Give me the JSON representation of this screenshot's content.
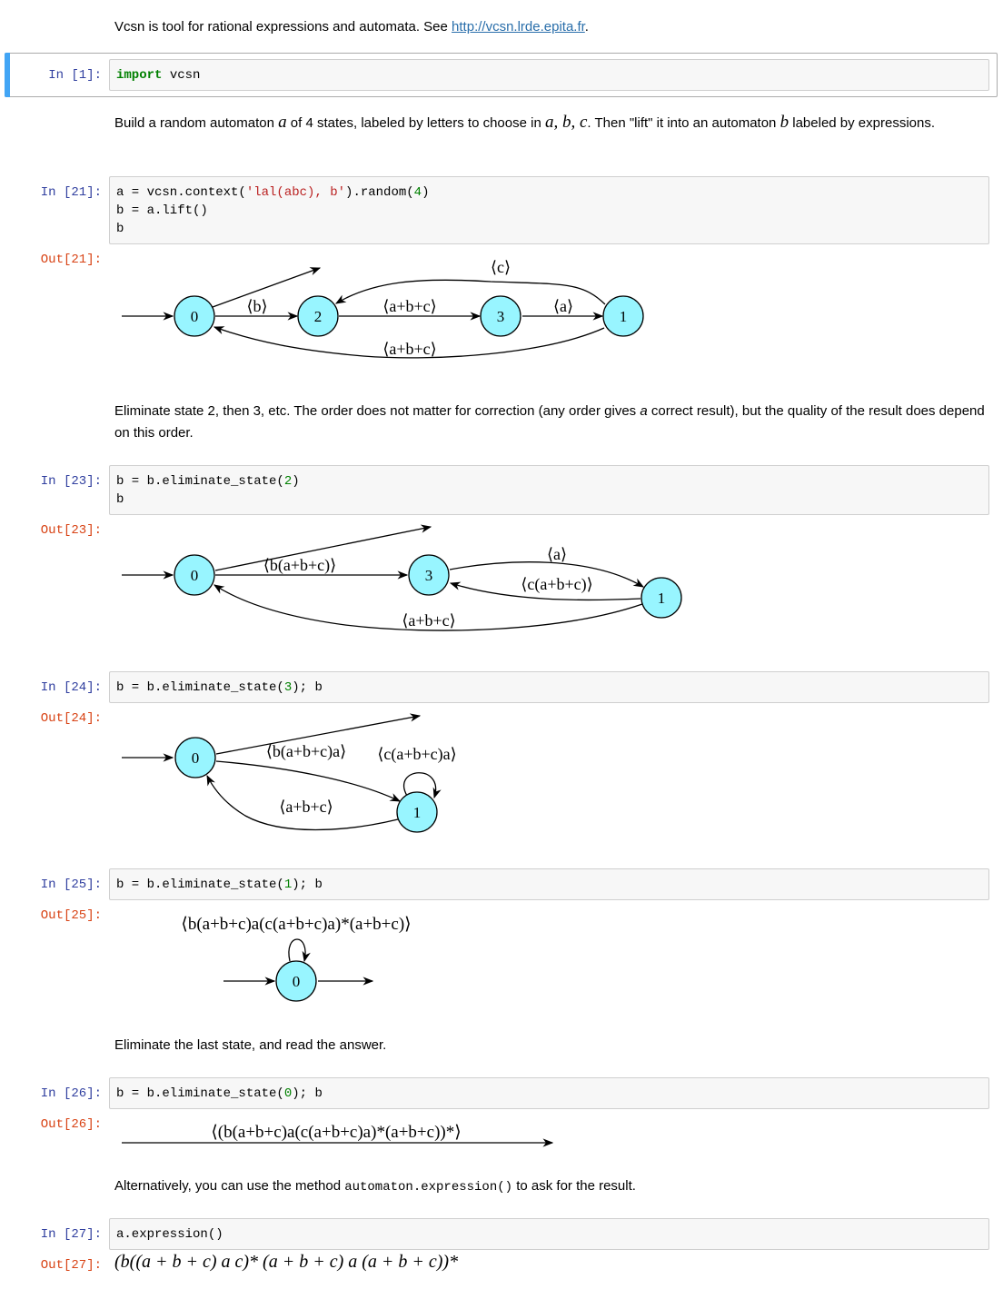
{
  "markdown": {
    "intro": {
      "text_before": "Vcsn is tool for rational expressions and automata. See ",
      "link": "http://vcsn.lrde.epita.fr",
      "text_after": "."
    },
    "build": {
      "p1": "Build a random automaton ",
      "var_a": "a",
      "p2": " of 4 states, labeled by letters to choose in ",
      "letters": "a, b, c",
      "p3": ". Then \"lift\" it into an automaton ",
      "var_b": "b",
      "p4": " labeled by expressions."
    },
    "eliminate": {
      "p1": "Eliminate state 2, then 3, etc. The order does not matter for correction (any order gives ",
      "em": "a",
      "p2": " correct result), but the quality of the result does depend on this order."
    },
    "last": "Eliminate the last state, and read the answer.",
    "alt": {
      "p1": "Alternatively, you can use the method ",
      "code": "automaton.expression()",
      "p2": " to ask for the result."
    }
  },
  "cells": {
    "c1": {
      "prompt": "In [1]:",
      "kw": "import",
      "rest": " vcsn"
    },
    "c21": {
      "prompt": "In [21]:",
      "out": "Out[21]:",
      "l1a": "a = vcsn.context(",
      "l1s": "'lal(abc), b'",
      "l1b": ").random(",
      "l1n": "4",
      "l1c": ")",
      "l2": "b = a.lift()",
      "l3": "b"
    },
    "c23": {
      "prompt": "In [23]:",
      "out": "Out[23]:",
      "l1a": "b = b.eliminate_state(",
      "l1n": "2",
      "l1c": ")",
      "l2": "b"
    },
    "c24": {
      "prompt": "In [24]:",
      "out": "Out[24]:",
      "l1a": "b = b.eliminate_state(",
      "l1n": "3",
      "l1c": "); b"
    },
    "c25": {
      "prompt": "In [25]:",
      "out": "Out[25]:",
      "l1a": "b = b.eliminate_state(",
      "l1n": "1",
      "l1c": "); b"
    },
    "c26": {
      "prompt": "In [26]:",
      "out": "Out[26]:",
      "l1a": "b = b.eliminate_state(",
      "l1n": "0",
      "l1c": "); b"
    },
    "c27": {
      "prompt": "In [27]:",
      "out": "Out[27]:",
      "l1": "a.expression()",
      "result": "(b((a + b + c) a c)* (a + b + c) a (a + b + c))*"
    }
  },
  "colors": {
    "state_fill": "#98f5ff",
    "in_prompt": "#303f9f",
    "out_prompt": "#d84315",
    "selected_bar": "#42a5f5"
  },
  "graphs": {
    "g21": {
      "states": [
        "0",
        "2",
        "3",
        "1"
      ],
      "labels": {
        "e02": "⟨b⟩",
        "e23": "⟨a+b+c⟩",
        "e31": "⟨a⟩",
        "e12": "⟨c⟩",
        "e10": "⟨a+b+c⟩"
      }
    },
    "g23": {
      "states": [
        "0",
        "3",
        "1"
      ],
      "labels": {
        "e03": "⟨b(a+b+c)⟩",
        "e31": "⟨a⟩",
        "e13": "⟨c(a+b+c)⟩",
        "e10": "⟨a+b+c⟩"
      }
    },
    "g24": {
      "states": [
        "0",
        "1"
      ],
      "labels": {
        "e01": "⟨b(a+b+c)a⟩",
        "e11": "⟨c(a+b+c)a⟩",
        "e10": "⟨a+b+c⟩"
      }
    },
    "g25": {
      "states": [
        "0"
      ],
      "labels": {
        "e00": "⟨b(a+b+c)a(c(a+b+c)a)*(a+b+c)⟩"
      }
    },
    "g26": {
      "labels": {
        "final": "⟨(b(a+b+c)a(c(a+b+c)a)*(a+b+c))*⟩"
      }
    }
  }
}
